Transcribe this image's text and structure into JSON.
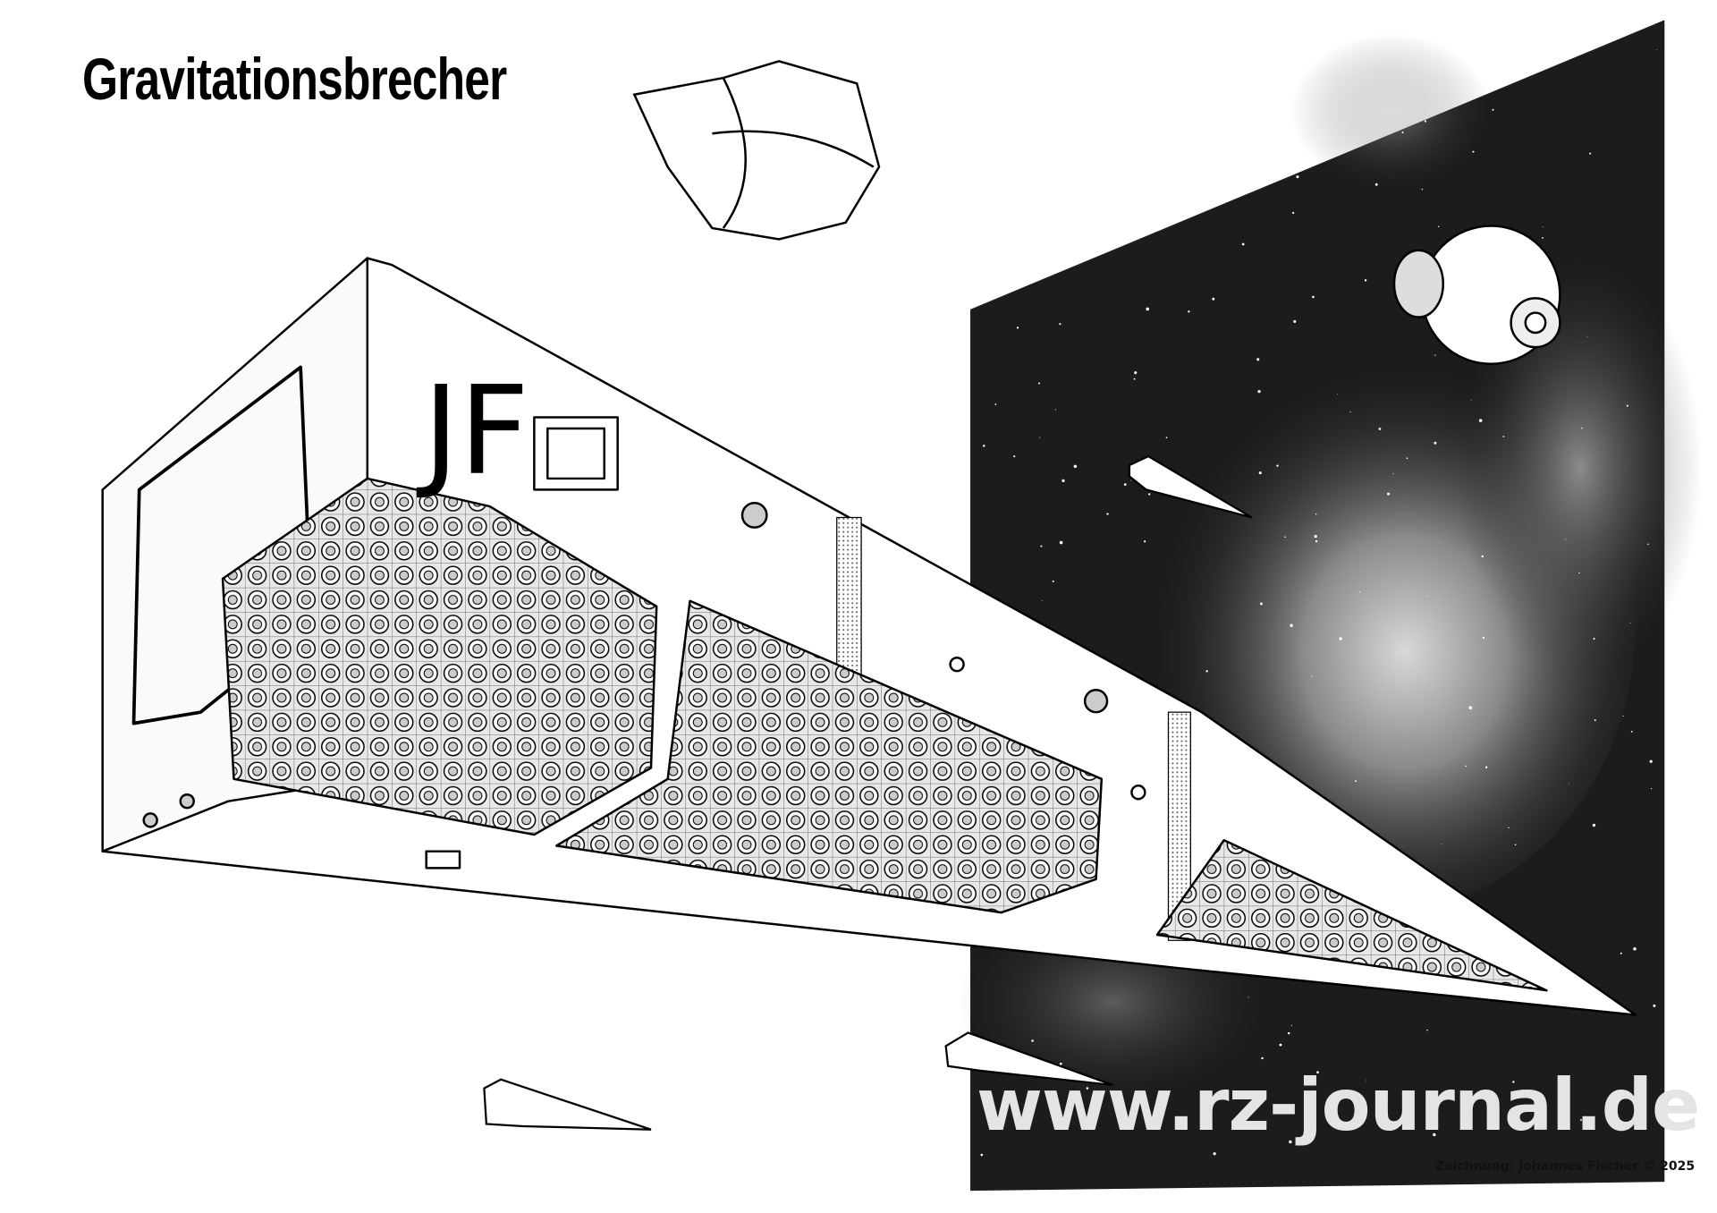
{
  "title": "Gravitationsbrecher",
  "watermark": "www.rz-journal.de",
  "credit": "Zeichnung: Johannes Fischer © 2025",
  "monogram": "JF",
  "colors": {
    "ink": "#000000",
    "paper": "#ffffff",
    "space": "#1a1a1a",
    "watermark": "#e4e4e4"
  }
}
